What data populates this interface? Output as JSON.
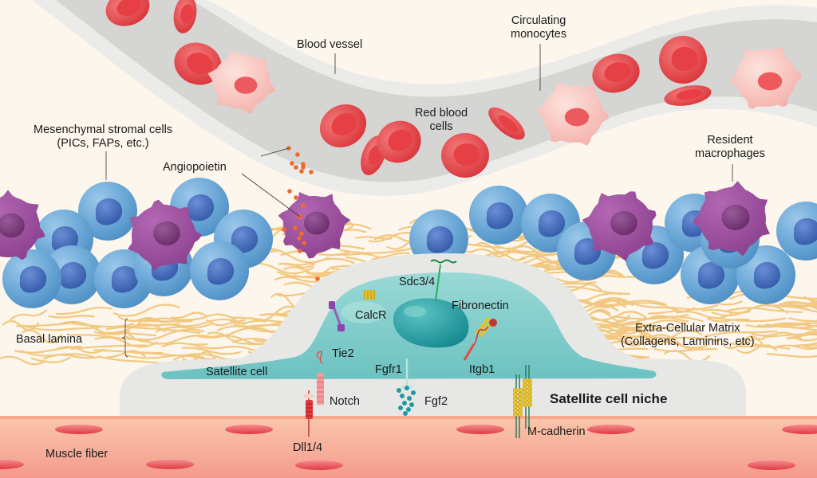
{
  "figure": {
    "title": "Satellite cell niche",
    "colors": {
      "background": "#fcf6ec",
      "vessel_wall": "#e8e8e6",
      "vessel_lumen": "#d6d6d4",
      "red_blood_cell": "#e8474a",
      "monocyte": "#f7c3bd",
      "mesenchymal_cell": "#6aa7d6",
      "mesenchymal_nucleus": "#3d6bb5",
      "macrophage": "#9a4c9c",
      "macrophage_nucleus": "#7a3478",
      "ecm_fiber": "#f2c67c",
      "satellite_cell": "#7ecdcc",
      "satellite_nucleus": "#25a0a6",
      "niche": "#e7e7e6",
      "muscle_fiber": "#f7b99c",
      "muscle_nucleus": "#e9464f",
      "angiopoietin": "#f06a2a",
      "fgf2": "#1f9aa3",
      "m_cadherin": "#e8c52a",
      "notch": "#f08a8a",
      "dll": "#e0393c",
      "tie2": "#9b59b6"
    }
  },
  "labels": {
    "blood_vessel": "Blood vessel",
    "circulating_monocytes": [
      "Circulating",
      "monocytes"
    ],
    "red_blood_cells": [
      "Red blood",
      "cells"
    ],
    "mesenchymal_stromal_cells": [
      "Mesenchymal stromal cells",
      "(PICs, FAPs, etc.)"
    ],
    "angiopoietin": "Angiopoietin",
    "resident_macrophages": [
      "Resident",
      "macrophages"
    ],
    "sdc": "Sdc3/4",
    "calcr": "CalcR",
    "fibronectin": "Fibronectin",
    "basal_lamina": "Basal lamina",
    "ecm": [
      "Extra-Cellular Matrix",
      "(Collagens, Laminins, etc)"
    ],
    "tie2": "Tie2",
    "satellite_cell": "Satellite cell",
    "fgfr1": "Fgfr1",
    "itgb1": "Itgb1",
    "notch": "Notch",
    "fgf2": "Fgf2",
    "niche": "Satellite cell niche",
    "dll": "Dll1/4",
    "m_cadherin": "M-cadherin",
    "muscle_fiber": "Muscle fiber"
  }
}
